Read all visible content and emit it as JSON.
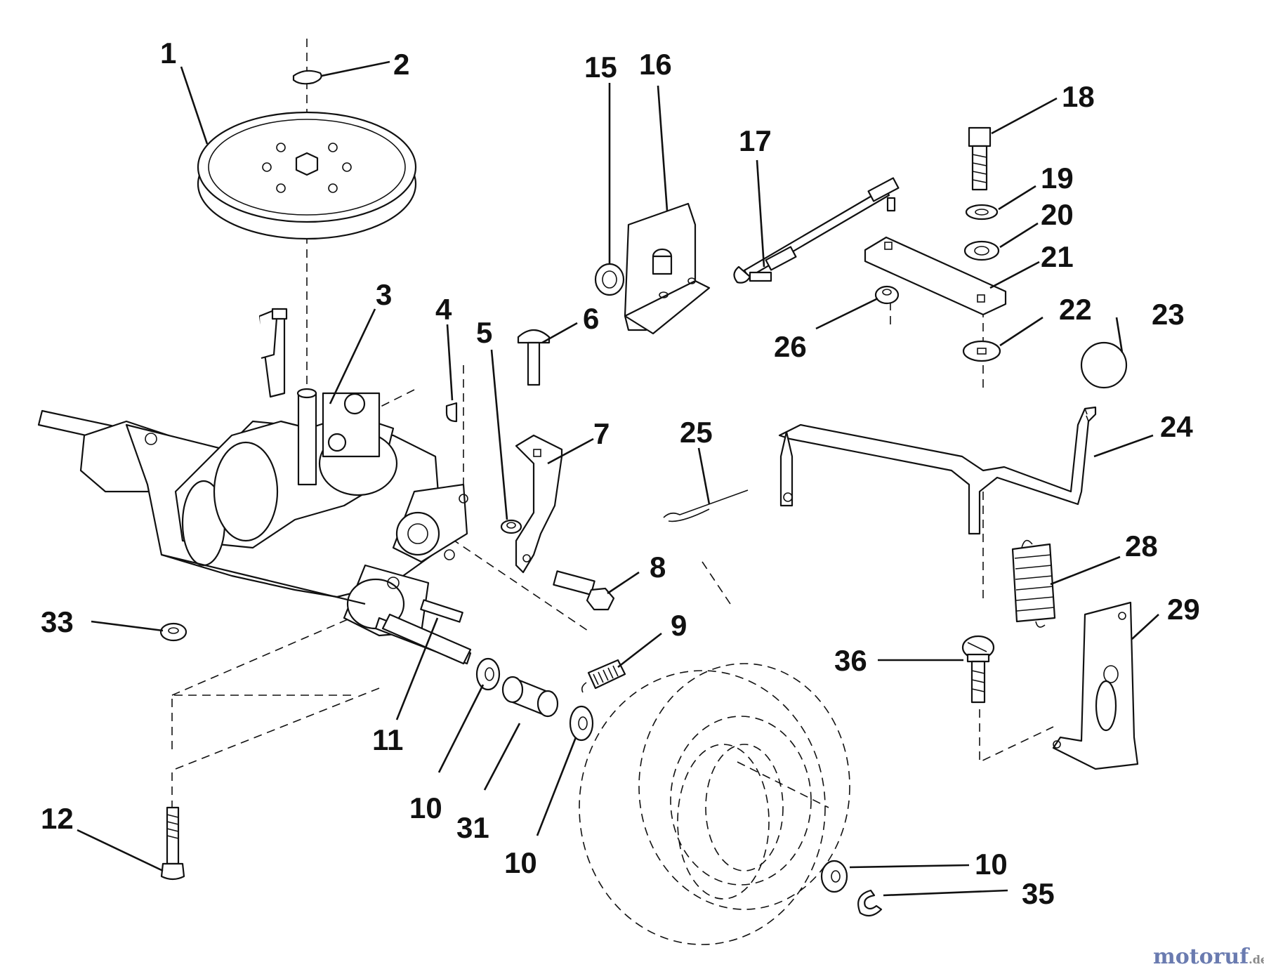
{
  "callouts": {
    "c1": "1",
    "c2": "2",
    "c3": "3",
    "c4": "4",
    "c5": "5",
    "c6": "6",
    "c7": "7",
    "c8": "8",
    "c9": "9",
    "c10a": "10",
    "c10b": "10",
    "c10c": "10",
    "c11": "11",
    "c12": "12",
    "c15": "15",
    "c16": "16",
    "c17": "17",
    "c18": "18",
    "c19": "19",
    "c20": "20",
    "c21": "21",
    "c22": "22",
    "c23": "23",
    "c24": "24",
    "c25": "25",
    "c26": "26",
    "c28": "28",
    "c29": "29",
    "c31": "31",
    "c33": "33",
    "c35": "35",
    "c36": "36"
  },
  "watermark": {
    "brand": "motoruf",
    "suffix": ".de"
  }
}
